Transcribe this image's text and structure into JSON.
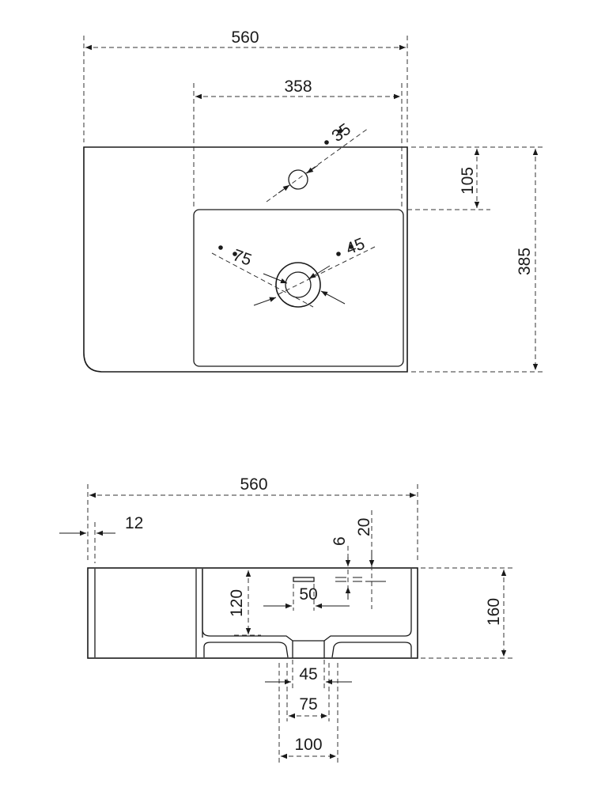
{
  "top_view": {
    "overall_width": "560",
    "basin_width": "358",
    "tap_hole_dia": "35",
    "tap_offset": "105",
    "overall_depth": "385",
    "waste_outer_dia": "75",
    "waste_inner_dia": "45"
  },
  "side_view": {
    "overall_width": "560",
    "wall_thickness": "12",
    "overflow_small": "6",
    "overflow_depth": "20",
    "basin_depth": "120",
    "overflow_slot": "50",
    "overall_height": "160",
    "waste_45": "45",
    "waste_75": "75",
    "waste_100": "100"
  }
}
